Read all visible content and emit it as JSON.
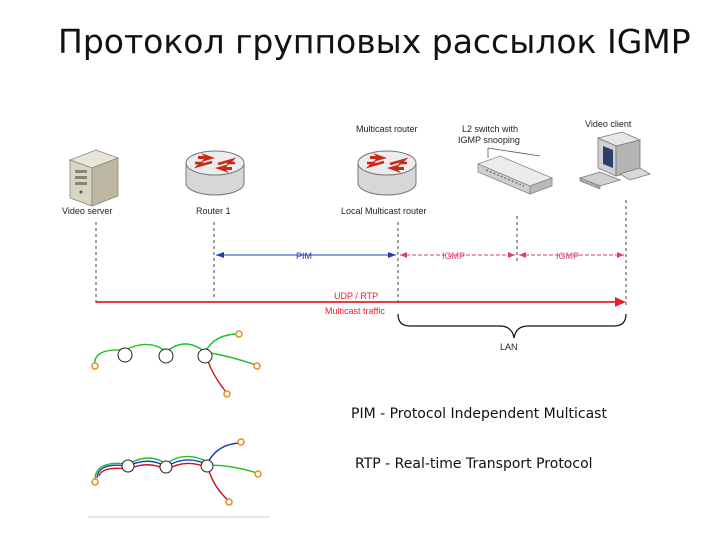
{
  "title": "Протокол групповых рассылок IGMP",
  "devices": {
    "video_server": "Video server",
    "router1": "Router 1",
    "multicast_router_top": "Multicast router",
    "local_multicast_router": "Local Multicast router",
    "l2_switch_line1": "L2 switch with",
    "l2_switch_line2": "IGMP snooping",
    "video_client": "Video client"
  },
  "links": {
    "pim": "PIM",
    "igmp_1": "IGMP",
    "igmp_2": "IGMP",
    "udp_rtp_line1": "UDP / RTP",
    "udp_rtp_line2": "Multicast traffic",
    "lan": "LAN"
  },
  "definitions": {
    "pim": "PIM - Protocol Independent Multicast",
    "rtp": "RTP - Real-time Transport Protocol"
  },
  "colors": {
    "pim_line": "#1f3fb0",
    "igmp_line": "#d8436b",
    "udp_line": "#e8202a",
    "tree_green": "#22c02a",
    "tree_blue": "#1a3dbf",
    "tree_red": "#c8161d",
    "leaf_orange": "#f08a1c"
  }
}
